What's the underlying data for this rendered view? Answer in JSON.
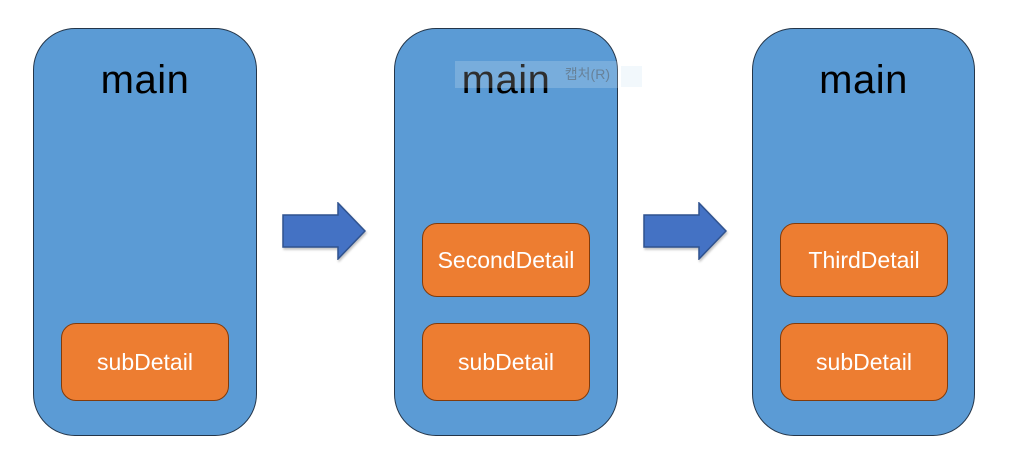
{
  "diagram": {
    "panels": [
      {
        "title": "main",
        "boxes": [
          "subDetail"
        ]
      },
      {
        "title": "main",
        "boxes": [
          "SecondDetail",
          "subDetail"
        ]
      },
      {
        "title": "main",
        "boxes": [
          "ThirdDetail",
          "subDetail"
        ]
      }
    ],
    "arrows": [
      "right-arrow",
      "right-arrow"
    ],
    "colors": {
      "panel_fill": "#5B9BD5",
      "panel_border": "#24364A",
      "box_fill": "#ED7D31",
      "box_border": "#823B0B",
      "arrow_fill": "#4472C4",
      "arrow_border": "#2F528F",
      "title_text": "#000000",
      "box_text": "#FFFFFF"
    }
  },
  "artifact": {
    "tooltip_text": "캡처(R)"
  }
}
